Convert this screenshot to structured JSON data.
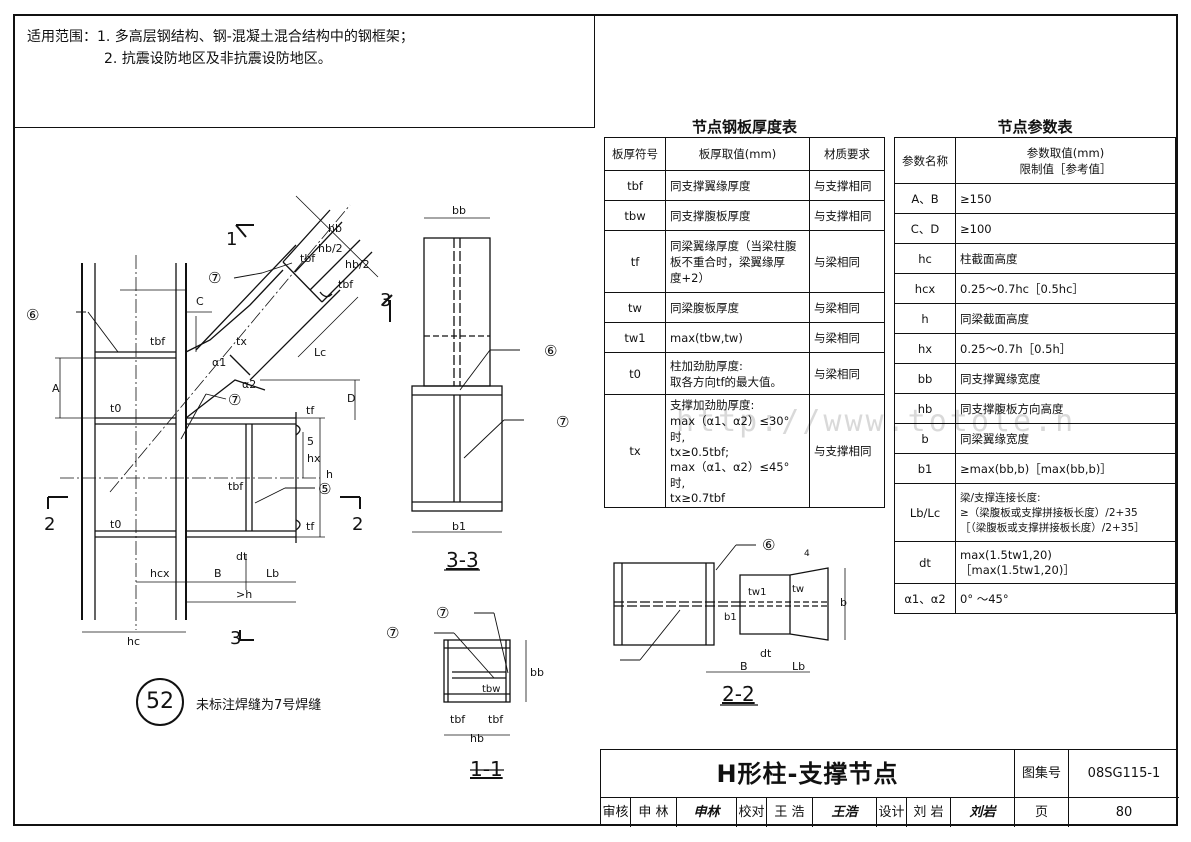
{
  "scope": {
    "label": "适用范围：",
    "item1": "1. 多高层钢结构、钢-混凝土混合结构中的钢框架；",
    "item2": "2. 抗震设防地区及非抗震设防地区。"
  },
  "plate_table": {
    "title": "节点钢板厚度表",
    "headers": [
      "板厚符号",
      "板厚取值(mm)",
      "材质要求"
    ],
    "rows": [
      {
        "sym": "tbf",
        "val": "同支撑翼缘厚度",
        "mat": "与支撑相同"
      },
      {
        "sym": "tbw",
        "val": "同支撑腹板厚度",
        "mat": "与支撑相同"
      },
      {
        "sym": "tf",
        "val": "同梁翼缘厚度（当梁柱腹\n板不重合时，梁翼缘厚\n度+2）",
        "mat": "与梁相同"
      },
      {
        "sym": "tw",
        "val": "同梁腹板厚度",
        "mat": "与梁相同"
      },
      {
        "sym": "tw1",
        "val": "max(tbw,tw)",
        "mat": "与梁相同"
      },
      {
        "sym": "t0",
        "val": "柱加劲肋厚度:\n取各方向tf的最大值。",
        "mat": "与梁相同"
      },
      {
        "sym": "tx",
        "val": "支撑加劲肋厚度:\nmax（α1、α2）≤30° 时,\n        tx≥0.5tbf;\nmax（α1、α2）≤45° 时,\n        tx≥0.7tbf",
        "mat": "与支撑相同"
      }
    ]
  },
  "param_table": {
    "title": "节点参数表",
    "headers": [
      "参数名称",
      "参数取值(mm)\n限制值［参考值］"
    ],
    "rows": [
      {
        "name": "A、B",
        "val": "≥150"
      },
      {
        "name": "C、D",
        "val": "≥100"
      },
      {
        "name": "hc",
        "val": "柱截面高度"
      },
      {
        "name": "hcx",
        "val": "0.25～0.7hc［0.5hc］"
      },
      {
        "name": "h",
        "val": "同梁截面高度"
      },
      {
        "name": "hx",
        "val": "0.25～0.7h［0.5h］"
      },
      {
        "name": "bb",
        "val": "同支撑翼缘宽度"
      },
      {
        "name": "hb",
        "val": "同支撑腹板方向高度"
      },
      {
        "name": "b",
        "val": "同梁翼缘宽度"
      },
      {
        "name": "b1",
        "val": "≥max(bb,b)［max(bb,b)］"
      },
      {
        "name": "Lb/Lc",
        "val": "梁/支撑连接长度:\n≥（梁腹板或支撑拼接板长度）/2+35\n［（梁腹板或支撑拼接板长度）/2+35］"
      },
      {
        "name": "dt",
        "val": "max(1.5tw1,20)\n［max(1.5tw1,20)］"
      },
      {
        "name": "α1、α2",
        "val": "0° ～45°"
      }
    ]
  },
  "drawing": {
    "main_labels": {
      "hb": "hb",
      "hb2a": "hb/2",
      "hb2b": "hb/2",
      "tbf_top": "tbf",
      "tbf_side": "tbf",
      "tbf_mid": "tbf",
      "tbf_left": "tbf",
      "c": "C",
      "a": "A",
      "d": "D",
      "lc": "Lc",
      "tx": "tx",
      "a1": "α1",
      "a2": "α2",
      "t0_top": "t0",
      "t0_bot": "t0",
      "tf_top": "tf",
      "tf_bot": "tf",
      "hx": "hx",
      "h": "h",
      "dt": "dt",
      "hcx": "hcx",
      "b": "B",
      "lb": "Lb",
      "geh": ">h",
      "hc": "hc",
      "s5": "5",
      "sec2l": "2",
      "sec2r": "2",
      "sec3top": "3",
      "sec3bot": "3",
      "sec1": "1"
    },
    "weld_marks": {
      "w5": "⑤",
      "w6a": "⑥",
      "w6b": "⑥",
      "w6c": "⑥",
      "w7a": "⑦",
      "w7b": "⑦",
      "w7c": "⑦",
      "w7d": "⑦",
      "w7e": "⑦"
    },
    "sec33_labels": {
      "bb": "bb",
      "b1": "b1"
    },
    "sec11_labels": {
      "bb": "bb",
      "tbw": "tbw",
      "tbf1": "tbf",
      "tbf2": "tbf",
      "hb": "hb"
    },
    "sec22_labels": {
      "b1": "b1",
      "tw1": "tw1",
      "tw": "tw",
      "b": "b",
      "dt": "dt",
      "bb": "B",
      "lb": "Lb",
      "four": "4"
    },
    "section_names": {
      "s33": "3-3",
      "s11": "1-1",
      "s22": "2-2"
    },
    "detail_number": "52",
    "detail_note": "未标注焊缝为7号焊缝",
    "watermark": "http://www.totole.n"
  },
  "title_block": {
    "title": "H形柱-支撑节点",
    "atlas_label": "图集号",
    "atlas_no": "08SG115-1",
    "review_label": "审核",
    "reviewer": "申 林",
    "reviewer_sig": "申林",
    "check_label": "校对",
    "checker": "王 浩",
    "checker_sig": "王浩",
    "design_label": "设计",
    "designer": "刘 岩",
    "designer_sig": "刘岩",
    "page_label": "页",
    "page_no": "80"
  }
}
